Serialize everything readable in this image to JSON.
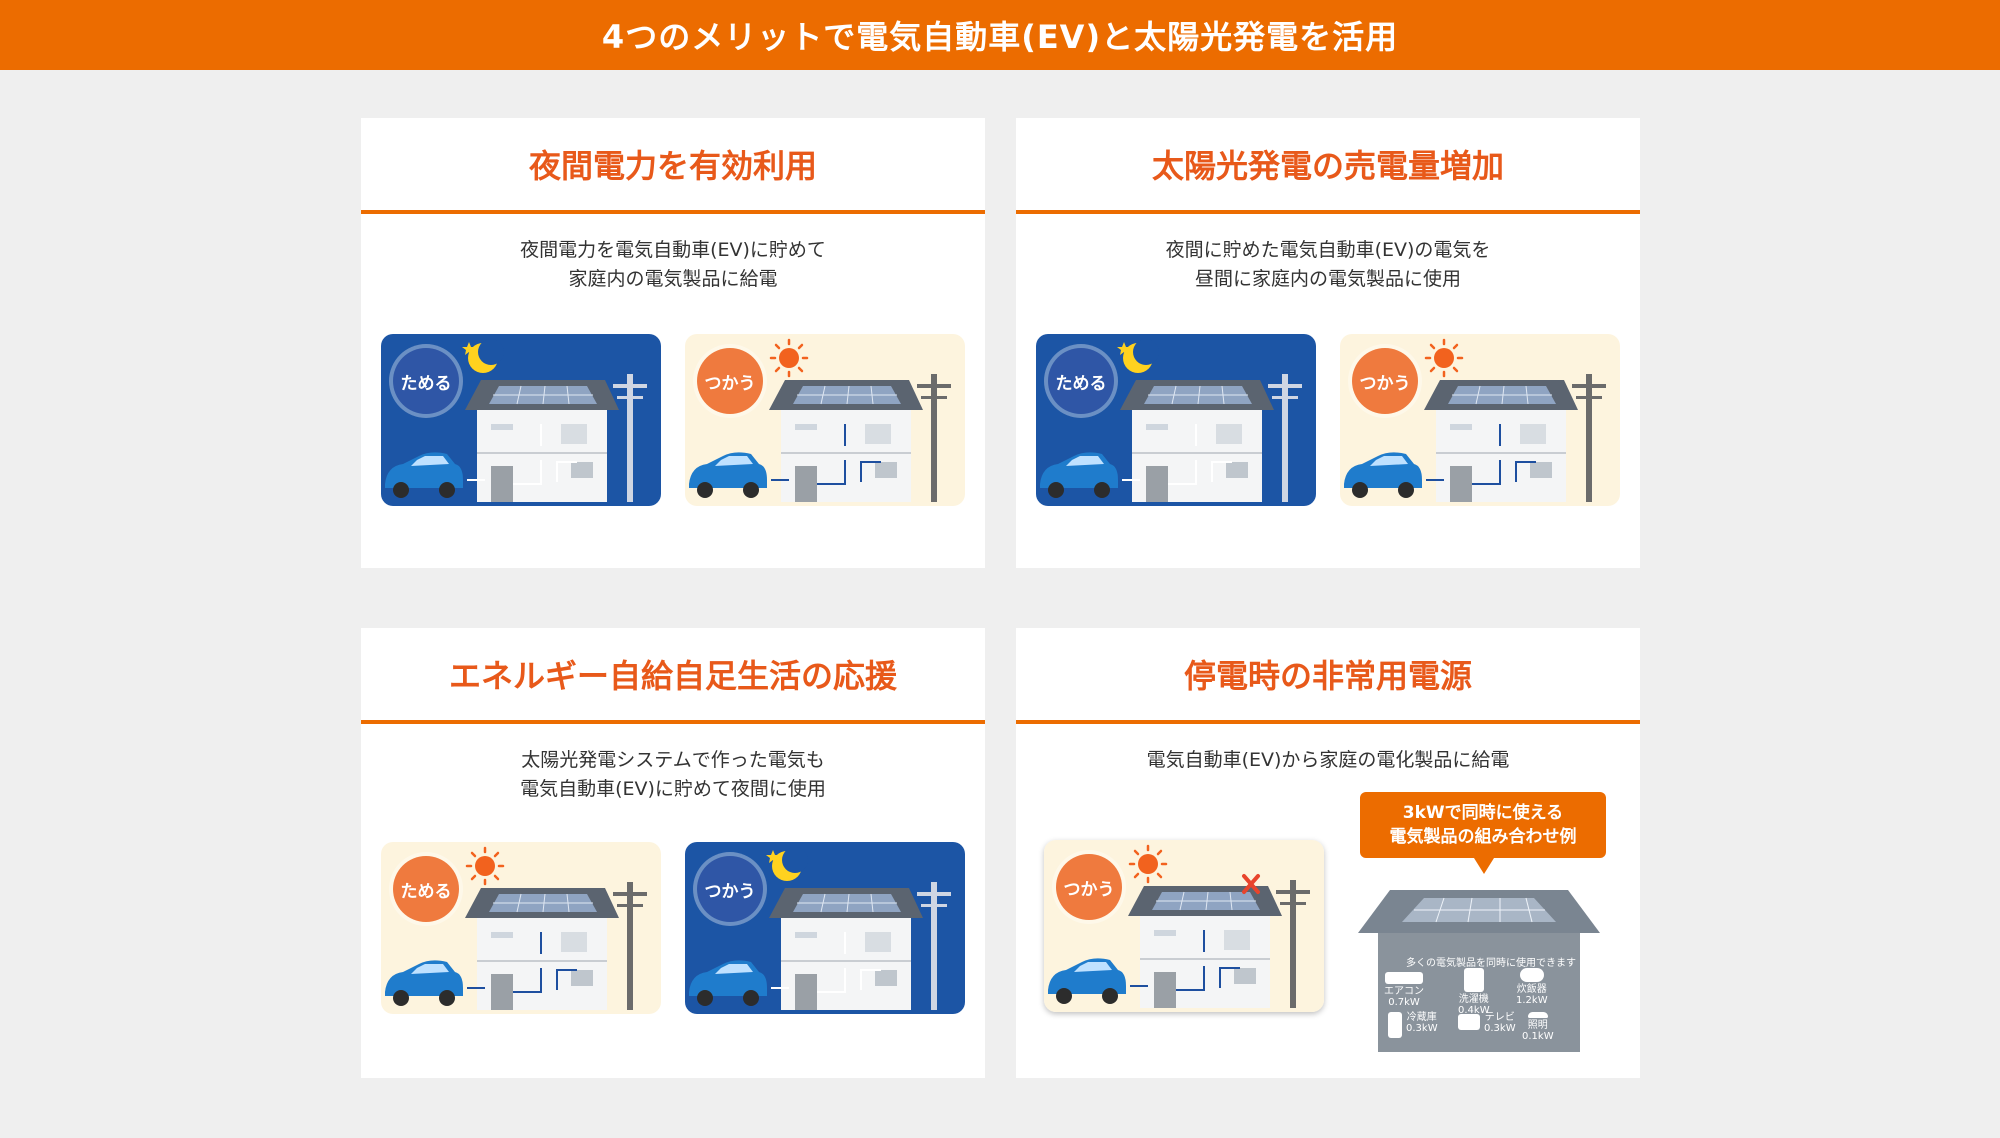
{
  "header": {
    "title": "4つのメリットで電気自動車(EV)と太陽光発電を活用"
  },
  "colors": {
    "accent": "#ec6c00",
    "title_text": "#e8591a",
    "night_bg": "#1c55a5",
    "day_bg": "#fdf4de",
    "house": "#5b6470",
    "car": "#1f7ccc",
    "arrow_red": "#e8442c",
    "arrow_blue": "#1e4f9f"
  },
  "cards": [
    {
      "title": "夜間電力を有効利用",
      "desc_line1": "夜間電力を電気自動車(EV)に貯めて",
      "desc_line2": "家庭内の電気製品に給電",
      "scenes": [
        {
          "badge": "ためる",
          "mode": "night",
          "icon": "moon-star-icon"
        },
        {
          "badge": "つかう",
          "mode": "day",
          "icon": "sun-icon"
        }
      ]
    },
    {
      "title": "太陽光発電の売電量増加",
      "desc_line1": "夜間に貯めた電気自動車(EV)の電気を",
      "desc_line2": "昼間に家庭内の電気製品に使用",
      "scenes": [
        {
          "badge": "ためる",
          "mode": "night",
          "icon": "moon-star-icon"
        },
        {
          "badge": "つかう",
          "mode": "day",
          "icon": "sun-icon"
        }
      ]
    },
    {
      "title": "エネルギー自給自足生活の応援",
      "desc_line1": "太陽光発電システムで作った電気も",
      "desc_line2": "電気自動車(EV)に貯めて夜間に使用",
      "scenes": [
        {
          "badge": "ためる",
          "mode": "day",
          "icon": "sun-icon"
        },
        {
          "badge": "つかう",
          "mode": "night",
          "icon": "moon-star-icon"
        }
      ]
    },
    {
      "title": "停電時の非常用電源",
      "desc_line1": "電気自動車(EV)から家庭の電化製品に給電",
      "desc_line2": "",
      "scenes": [
        {
          "badge": "つかう",
          "mode": "day",
          "icon": "sun-icon"
        }
      ],
      "callout": {
        "line1": "3kWで同時に使える",
        "line2": "電気製品の組み合わせ例"
      },
      "appliance_house": {
        "caption": "多くの電気製品を同時に使用できます",
        "items": [
          {
            "name": "エアコン",
            "power": "0.7kW"
          },
          {
            "name": "洗濯機",
            "power": "0.4kW"
          },
          {
            "name": "炊飯器",
            "power": "1.2kW"
          },
          {
            "name": "冷蔵庫",
            "power": "0.3kW"
          },
          {
            "name": "テレビ",
            "power": "0.3kW"
          },
          {
            "name": "照明",
            "power": "0.1kW"
          }
        ]
      }
    }
  ]
}
